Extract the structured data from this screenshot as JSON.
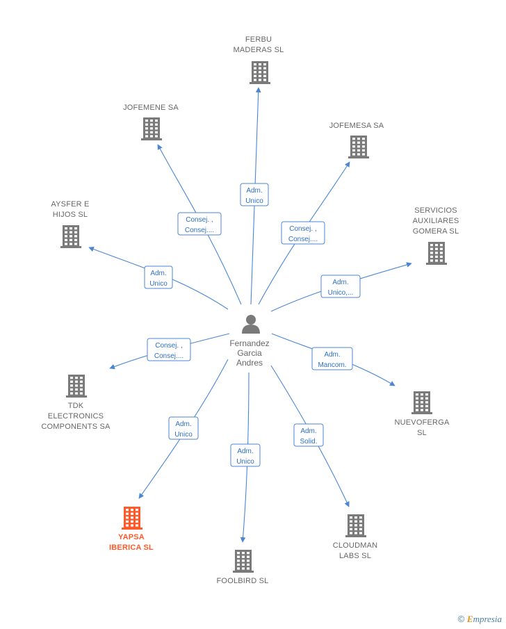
{
  "center": {
    "label_lines": [
      "Fernandez",
      "Garcia",
      "Andres"
    ]
  },
  "nodes": [
    {
      "id": "ferbu",
      "label_lines": [
        "FERBU",
        "MADERAS SL"
      ],
      "highlight": false
    },
    {
      "id": "jofemene",
      "label_lines": [
        "JOFEMENE SA"
      ],
      "highlight": false
    },
    {
      "id": "jofemesa",
      "label_lines": [
        "JOFEMESA SA"
      ],
      "highlight": false
    },
    {
      "id": "aysfer",
      "label_lines": [
        "AYSFER E",
        "HIJOS  SL"
      ],
      "highlight": false
    },
    {
      "id": "servicios",
      "label_lines": [
        "SERVICIOS",
        "AUXILIARES",
        "GOMERA  SL"
      ],
      "highlight": false
    },
    {
      "id": "tdk",
      "label_lines": [
        "TDK",
        "ELECTRONICS",
        "COMPONENTS SA"
      ],
      "highlight": false
    },
    {
      "id": "nuevoferga",
      "label_lines": [
        "NUEVOFERGA",
        "SL"
      ],
      "highlight": false
    },
    {
      "id": "yapsa",
      "label_lines": [
        "YAPSA",
        "IBERICA  SL"
      ],
      "highlight": true
    },
    {
      "id": "cloudman",
      "label_lines": [
        "CLOUDMAN",
        "LABS  SL"
      ],
      "highlight": false
    },
    {
      "id": "foolbird",
      "label_lines": [
        "FOOLBIRD  SL"
      ],
      "highlight": false
    }
  ],
  "edges": [
    {
      "to": "ferbu",
      "label_lines": [
        "Adm.",
        "Unico"
      ]
    },
    {
      "to": "jofemene",
      "label_lines": [
        "Consej. ,",
        "Consej...."
      ]
    },
    {
      "to": "jofemesa",
      "label_lines": [
        "Consej. ,",
        "Consej...."
      ]
    },
    {
      "to": "aysfer",
      "label_lines": [
        "Adm.",
        "Unico"
      ]
    },
    {
      "to": "servicios",
      "label_lines": [
        "Adm.",
        "Unico,..."
      ]
    },
    {
      "to": "tdk",
      "label_lines": [
        "Consej. ,",
        "Consej...."
      ]
    },
    {
      "to": "nuevoferga",
      "label_lines": [
        "Adm.",
        "Mancom."
      ]
    },
    {
      "to": "yapsa",
      "label_lines": [
        "Adm.",
        "Unico"
      ]
    },
    {
      "to": "foolbird",
      "label_lines": [
        "Adm.",
        "Unico"
      ]
    },
    {
      "to": "cloudman",
      "label_lines": [
        "Adm.",
        "Solid."
      ]
    }
  ],
  "colors": {
    "edge": "#4a86d4",
    "building": "#7a7a7a",
    "building_highlight": "#ff5a2a",
    "person": "#7a7a7a"
  },
  "footer": {
    "copyright": "©",
    "brand_initial": "E",
    "brand_rest": "mpresia"
  }
}
